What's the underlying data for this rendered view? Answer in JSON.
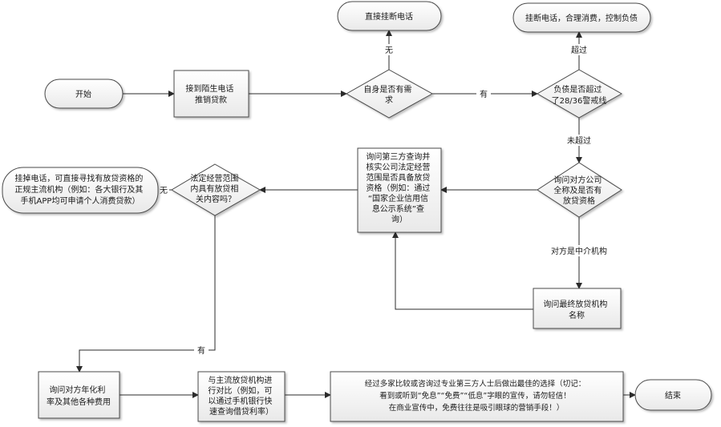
{
  "nodes": {
    "start": "开始",
    "receive_call": [
      "接到陌生电话",
      "推销贷款"
    ],
    "need_question": [
      "自身是否有需",
      "求"
    ],
    "hang_up": "直接挂断电话",
    "debt_question": [
      "负债是否超过",
      "了28/36警戒线"
    ],
    "hang_up_control": "挂断电话，合理消费，控制负债",
    "ask_qualification": [
      "询问对方公司",
      "全称及是否有",
      "放贷资格"
    ],
    "verify_company": [
      "询问第三方查询并",
      "核实公司法定经营",
      "范围是否具备放贷",
      "资格（例如：通过",
      "“国家企业信用信",
      "息公示系统”查",
      "询）"
    ],
    "legal_scope_question": [
      "法定经营范围",
      "内具有放贷相",
      "关内容吗？"
    ],
    "hang_up_mainstream": [
      "挂掉电话，可直接寻找有放贷资格的",
      "正规主流机构（例如：各大银行及其",
      "手机APP均可申请个人消费贷款）"
    ],
    "ask_lender_name": [
      "询问最终放贷机构",
      "名称"
    ],
    "ask_rates": [
      "询问对方年化利",
      "率及其他各种费用"
    ],
    "compare": [
      "与主流放贷机构进",
      "行对比（例如，可",
      "以通过手机银行快",
      "速查询借贷利率）"
    ],
    "final_choice": [
      "经过多家比较或咨询过专业第三方人士后做出最佳的选择（切记：",
      "看到或听到“免息”“免费”“低息”字眼的宣传，请勿轻信！",
      "在商业宣传中，免费往往是吸引眼球的营销手段！）"
    ],
    "end": "结束"
  },
  "edges": {
    "no_need": "无",
    "has_need": "有",
    "exceeded": "超过",
    "not_exceeded": "未超过",
    "no_scope": "无",
    "has_scope": "有",
    "intermediary": "对方是中介机构"
  }
}
